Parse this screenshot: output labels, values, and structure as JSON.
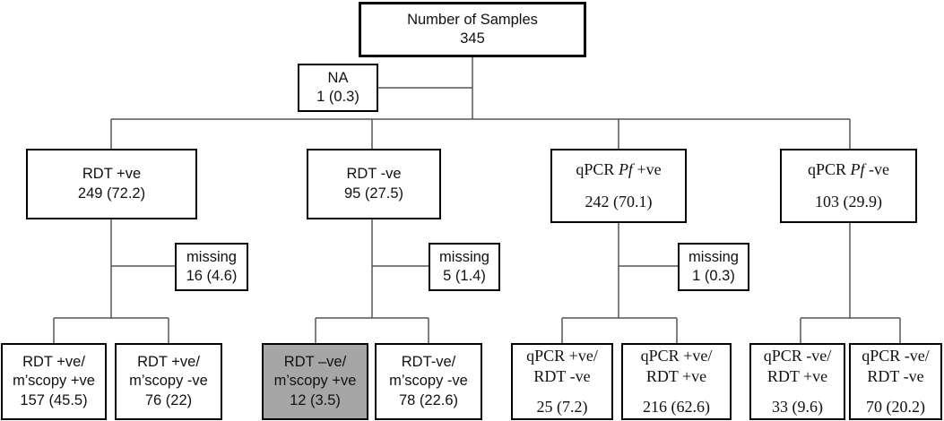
{
  "root": {
    "title": "Number of Samples",
    "value": "345"
  },
  "na": {
    "label": "NA",
    "value": "1 (0.3)"
  },
  "level1": [
    {
      "label": "RDT +ve",
      "value": "249 (72.2)"
    },
    {
      "label": "RDT -ve",
      "value": "95 (27.5)"
    },
    {
      "label_pre": "qPCR ",
      "label_em": "Pf",
      "label_post": " +ve",
      "value": "242 (70.1)"
    },
    {
      "label_pre": "qPCR ",
      "label_em": "Pf",
      "label_post": " -ve",
      "value": "103 (29.9)"
    }
  ],
  "missing": [
    {
      "label": "missing",
      "value": "16 (4.6)"
    },
    {
      "label": "missing",
      "value": "5 (1.4)"
    },
    {
      "label": "missing",
      "value": "1 (0.3)"
    }
  ],
  "level2": [
    {
      "line1": "RDT +ve/",
      "line2": "m’scopy +ve",
      "value": "157 (45.5)"
    },
    {
      "line1": "RDT +ve/",
      "line2": "m’scopy -ve",
      "value": "76 (22)"
    },
    {
      "line1": "RDT –ve/",
      "line2": "m’scopy +ve",
      "value": "12 (3.5)",
      "highlighted": true
    },
    {
      "line1": "RDT-ve/",
      "line2": "m’scopy -ve",
      "value": "78 (22.6)"
    },
    {
      "line1": "qPCR +ve/",
      "line2": "RDT -ve",
      "value": "25 (7.2)"
    },
    {
      "line1": "qPCR +ve/",
      "line2": "RDT +ve",
      "value": "216 (62.6)"
    },
    {
      "line1": "qPCR -ve/",
      "line2": "RDT +ve",
      "value": "33 (9.6)"
    },
    {
      "line1": "qPCR -ve/",
      "line2": "RDT -ve",
      "value": "70 (20.2)"
    }
  ],
  "colors": {
    "line": "#555555",
    "border": "#000000",
    "highlight_fill": "#a6a6a6"
  }
}
